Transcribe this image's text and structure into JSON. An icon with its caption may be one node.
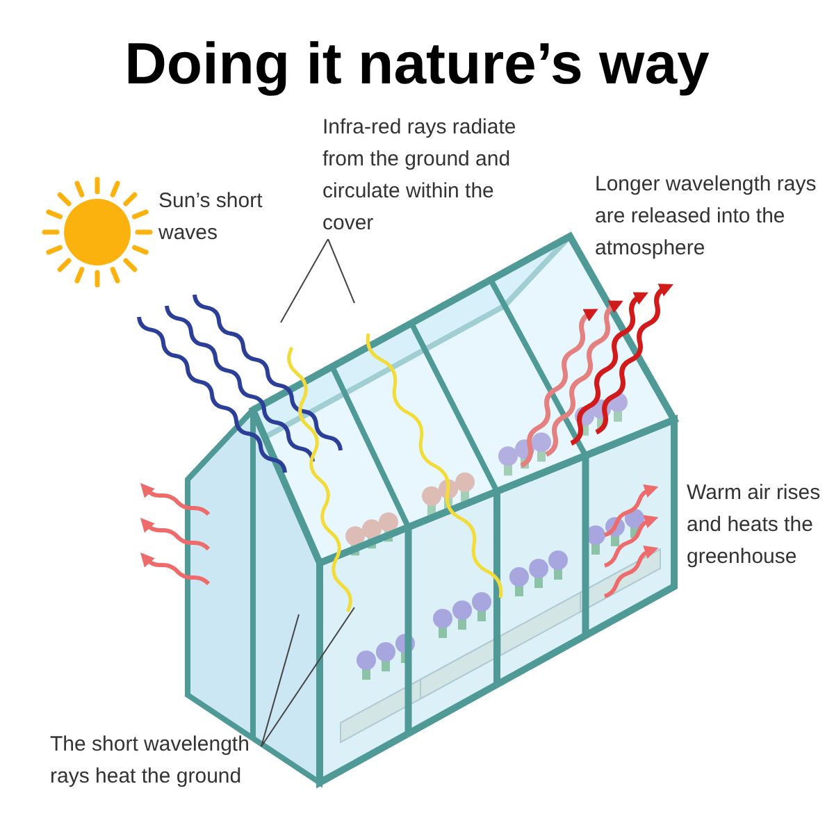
{
  "diagram": {
    "title": "Doing it nature’s way",
    "nodes": [
      {
        "text": [
          "Sun’s short waves"
        ]
      },
      {
        "text": [
          "Infra-red rays radiate from the ground and circulate within the cover"
        ]
      },
      {
        "text": [
          "Longer wavelength rays are released into the atmosphere"
        ]
      },
      {
        "text": [
          "Warm air rises and heats the greenhouse"
        ]
      },
      {
        "text": [
          "The short wavelength rays heat the ground"
        ]
      }
    ],
    "edges": [
      {
        "from": 1,
        "to": null,
        "arrow": "none"
      },
      {
        "from": 1,
        "to": null,
        "arrow": "none"
      },
      {
        "from": 4,
        "to": null,
        "arrow": "none"
      },
      {
        "from": 4,
        "to": null,
        "arrow": "none"
      }
    ]
  }
}
